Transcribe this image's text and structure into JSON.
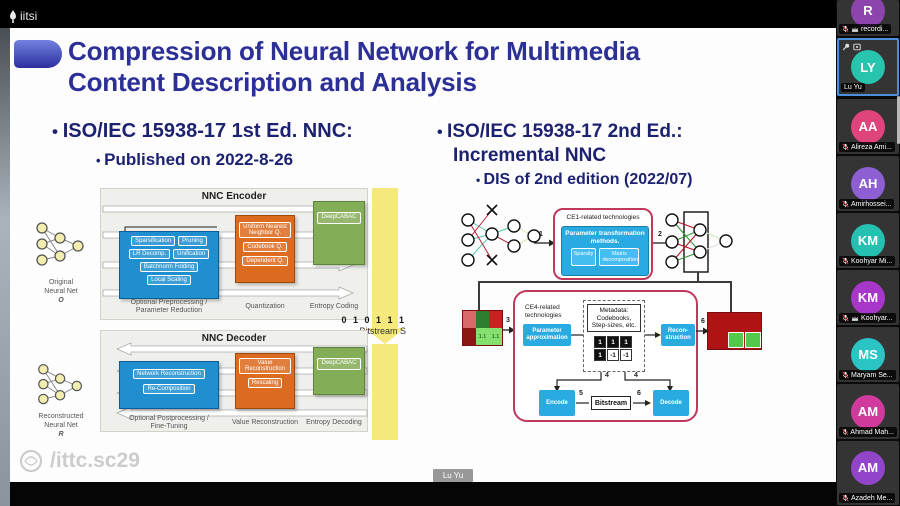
{
  "window": {
    "top_watermark": "iitsi",
    "bottom_watermark": "/ittc.sc29",
    "presenter_tag": "Lu Yu"
  },
  "slide": {
    "title_line1": "Compression of Neural Network for Multimedia",
    "title_line2": "Content Description and Analysis",
    "left_heading": "ISO/IEC 15938-17 1st Ed. NNC:",
    "left_subitem": "Published on 2022-8-26",
    "right_heading_line1": "ISO/IEC 15938-17 2nd Ed.:",
    "right_heading_line2": "Incremental NNC",
    "right_subitem": "DIS of 2nd edition (2022/07)"
  },
  "encoder": {
    "title": "NNC Encoder",
    "input_label_line1": "Original",
    "input_label_line2": "Neural Net",
    "input_label_line3": "O",
    "preprocessing": {
      "chips": [
        "Sparsification",
        "Pruning",
        "LR Decomp.",
        "Unification",
        "Batchnorm Folding",
        "Local Scaling"
      ],
      "caption_line1": "Optional Preprocessing /",
      "caption_line2": "Parameter Reduction"
    },
    "quantization": {
      "chips": [
        "Uniform Nearest Neighbor Q.",
        "Codebook Q.",
        "Dependent Q."
      ],
      "caption": "Quantization"
    },
    "entropy": {
      "chip": "DeepCABAC",
      "caption": "Entropy Coding"
    }
  },
  "bitstream": {
    "bits": "0 1 0 1 1 1",
    "label": "Bitstream S"
  },
  "decoder": {
    "title": "NNC Decoder",
    "output_label_line1": "Reconstructed",
    "output_label_line2": "Neural Net",
    "output_label_line3": "R",
    "postprocessing": {
      "chips": [
        "Network Reconstruction",
        "Re-Composition"
      ],
      "caption_line1": "Optional Postprocessing /",
      "caption_line2": "Fine-Tuning"
    },
    "value_reconstruction": {
      "chips": [
        "Value Reconstruction",
        "Rescaling"
      ],
      "caption": "Value Reconstruction"
    },
    "entropy": {
      "chip": "DeepCABAC",
      "caption": "Entropy Decoding"
    }
  },
  "ce1": {
    "label": "CE1-related technologies",
    "box_title_line1": "Parameter transformation",
    "box_title_line2": "methods.",
    "chips": [
      "Sparsity",
      "Matrix decomposition"
    ],
    "arrow_in": "1",
    "arrow_out": "2"
  },
  "ce4": {
    "label": "CE4-related technologies",
    "param_approx": "Parameter approximation",
    "metadata": "Metadata: Codebooks, Step-sizes, etc.",
    "matrix": [
      [
        "1",
        "1",
        "1"
      ],
      [
        "1",
        "-1",
        "-1"
      ]
    ],
    "recon": "Recon- struction",
    "encode": "Encode",
    "bitstream": "Bitstream",
    "decode": "Decode",
    "arrow_in": "3",
    "arrow_meta_left": "4",
    "arrow_meta_right": "4",
    "arrow_enc_bs": "5",
    "arrow_bs_dec": "6",
    "arrow_out": "6",
    "left_grid_values": [
      "",
      "",
      "",
      "",
      "1.1",
      "1.1"
    ]
  },
  "colors": {
    "title_blue": "#2b2f96",
    "heading_navy": "#1c2270",
    "diagram_blue": "#1f8fd0",
    "diagram_orange": "#dc6b20",
    "diagram_green": "#84ad57",
    "diagram_cyan": "#29abe2",
    "bitstream_yellow": "#f5e87d",
    "ce_border_red": "#c0395c",
    "active_tile_border": "#4a8fe0"
  },
  "participants": [
    {
      "initials": "R",
      "name": "recordi...",
      "color": "#8e44ad",
      "icons": [
        "mic-off-icon",
        "crown-icon"
      ]
    },
    {
      "initials": "LY",
      "name": "Lu Yu",
      "color": "#28c4ad",
      "icons": [
        "pin-icon",
        "spotlight-icon"
      ]
    },
    {
      "initials": "AA",
      "name": "Alireza Ami...",
      "color": "#e0447c",
      "icons": [
        "mic-off-icon"
      ]
    },
    {
      "initials": "AH",
      "name": "Amirhossei...",
      "color": "#8d5fd3",
      "icons": [
        "mic-off-icon"
      ]
    },
    {
      "initials": "KM",
      "name": "Koohyar Mi...",
      "color": "#25c0b2",
      "icons": [
        "mic-off-icon"
      ]
    },
    {
      "initials": "KM",
      "name": "Koohyar...",
      "color": "#a637c9",
      "icons": [
        "mic-off-icon",
        "crown-icon"
      ]
    },
    {
      "initials": "MS",
      "name": "Maryam Se...",
      "color": "#2ac4c4",
      "icons": [
        "mic-off-icon"
      ]
    },
    {
      "initials": "AM",
      "name": "Ahmad Mah...",
      "color": "#cf3a9c",
      "icons": [
        "mic-off-icon"
      ]
    },
    {
      "initials": "AM",
      "name": "Azadeh Me...",
      "color": "#9146c9",
      "icons": [
        "mic-off-icon"
      ]
    }
  ]
}
